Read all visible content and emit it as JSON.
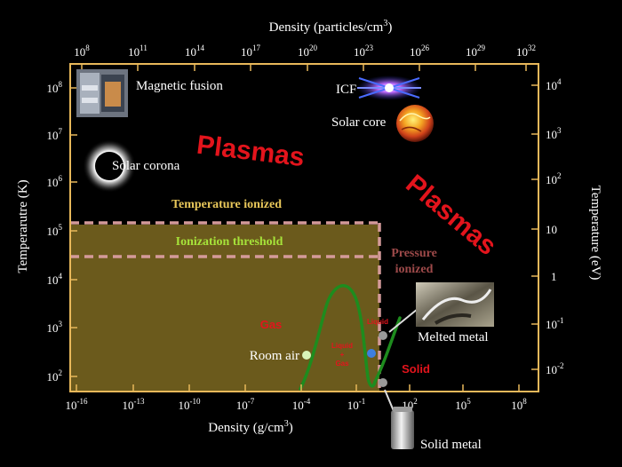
{
  "axes": {
    "top_title": "Density (particles/cm",
    "top_title_sup": "3",
    "top_title_close": ")",
    "top_ticks": [
      "8",
      "11",
      "14",
      "17",
      "20",
      "23",
      "26",
      "29",
      "32"
    ],
    "bottom_title": "Density (g/cm",
    "bottom_title_sup": "3",
    "bottom_title_close": ")",
    "bottom_ticks": [
      "-16",
      "-13",
      "-10",
      "-7",
      "-4",
      "-1",
      "2",
      "5",
      "8"
    ],
    "left_title": "Temperarutre  (K)",
    "left_ticks": [
      "8",
      "7",
      "6",
      "5",
      "4",
      "3",
      "2"
    ],
    "right_title": "Temperature (eV)",
    "right_ticks": [
      "4",
      "3",
      "2",
      "",
      "",
      "-1",
      "-2"
    ],
    "right_plain": [
      "",
      "",
      "",
      "10",
      "1",
      "",
      ""
    ],
    "tick_base": "10"
  },
  "labels": {
    "magnetic_fusion": "Magnetic fusion",
    "icf": "ICF",
    "solar_core": "Solar core",
    "solar_corona": "Solar corona",
    "plasmas_1": "Plasmas",
    "plasmas_2": "Plasmas",
    "temperature_ionized": "Temperature ionized",
    "ionization_threshold": "Ionization threshold",
    "pressure_ionized_1": "Pressure",
    "pressure_ionized_2": "ionized",
    "gas": "Gas",
    "liquid": "Liquid",
    "liquid_gas_1": "Liquid",
    "liquid_gas_2": "+",
    "liquid_gas_3": "Gas",
    "solid": "Solid",
    "room_air": "Room air",
    "melted_metal": "Melted metal",
    "solid_metal": "Solid metal"
  },
  "colors": {
    "axis": "#e8b85a",
    "gas_region": "#6b5a1c",
    "dashed_boundary": "#d49a9a",
    "curve": "#1e8c1e",
    "plasmas_text": "#e3141c",
    "temperature_ionized_text": "#e8c75a",
    "ionization_threshold_text": "#a6e33a",
    "pressure_ionized_text": "#9e4a4a",
    "phase_text": "#e3141c",
    "room_air_dot": "#d9f5b8",
    "liquid_dot": "#3d7fe0",
    "metal_dot": "#9a9a9a"
  },
  "icons": {
    "magnetic_fusion": "tokamak-image",
    "icf": "laser-implosion-image",
    "solar_core": "sun-core-image",
    "solar_corona": "eclipse-corona-image",
    "melted_metal": "molten-metal-image",
    "solid_metal": "metal-canister-image"
  }
}
